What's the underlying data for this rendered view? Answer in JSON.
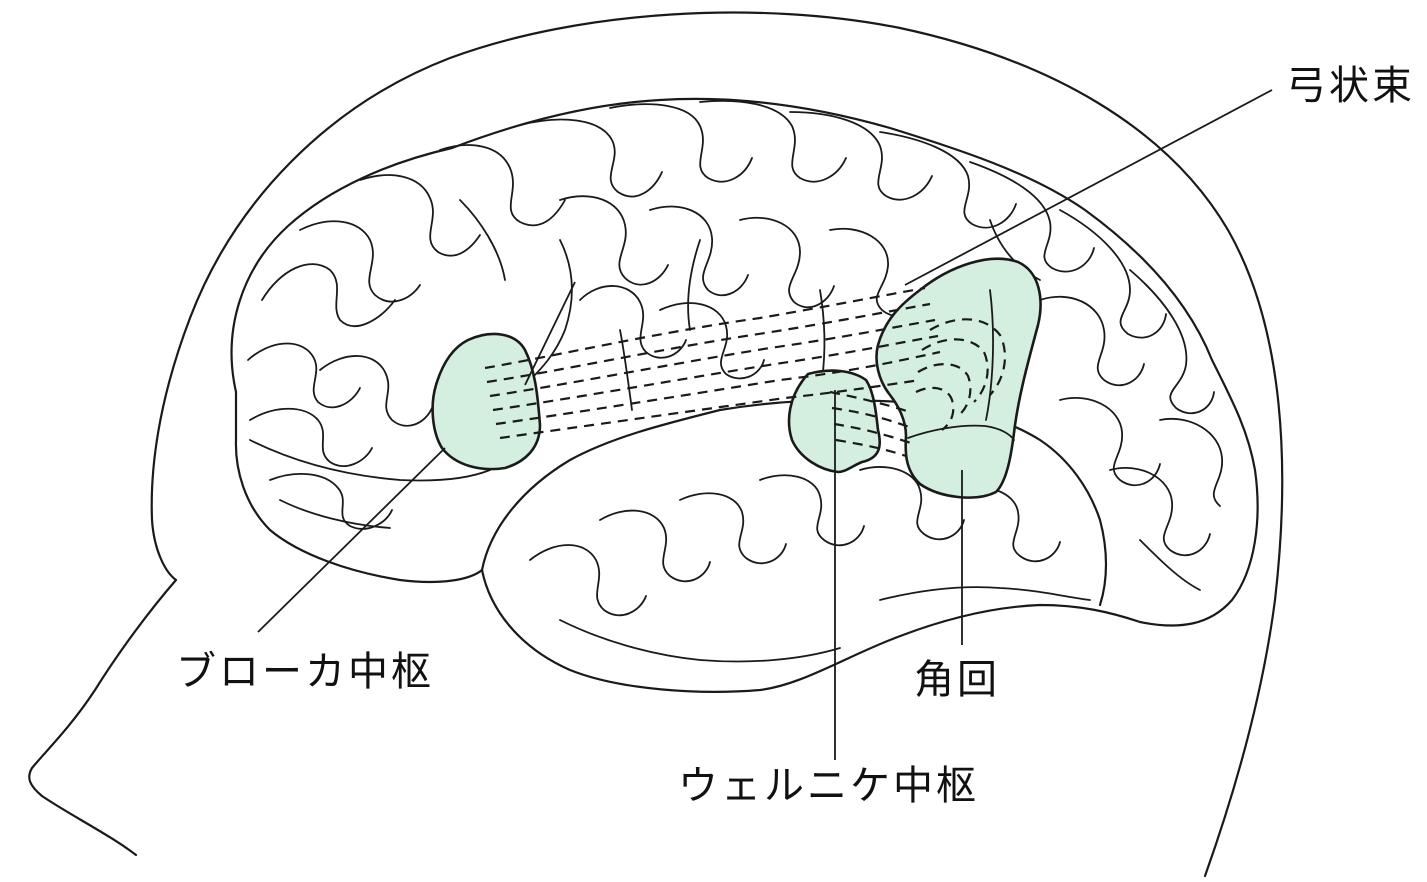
{
  "colors": {
    "highlight": "#d4eedf",
    "line": "#1a1a1a",
    "background": "#ffffff"
  },
  "labels": {
    "arcuate": "弓状束",
    "broca": "ブローカ中枢",
    "angular": "角回",
    "wernicke": "ウェルニケ中枢"
  }
}
